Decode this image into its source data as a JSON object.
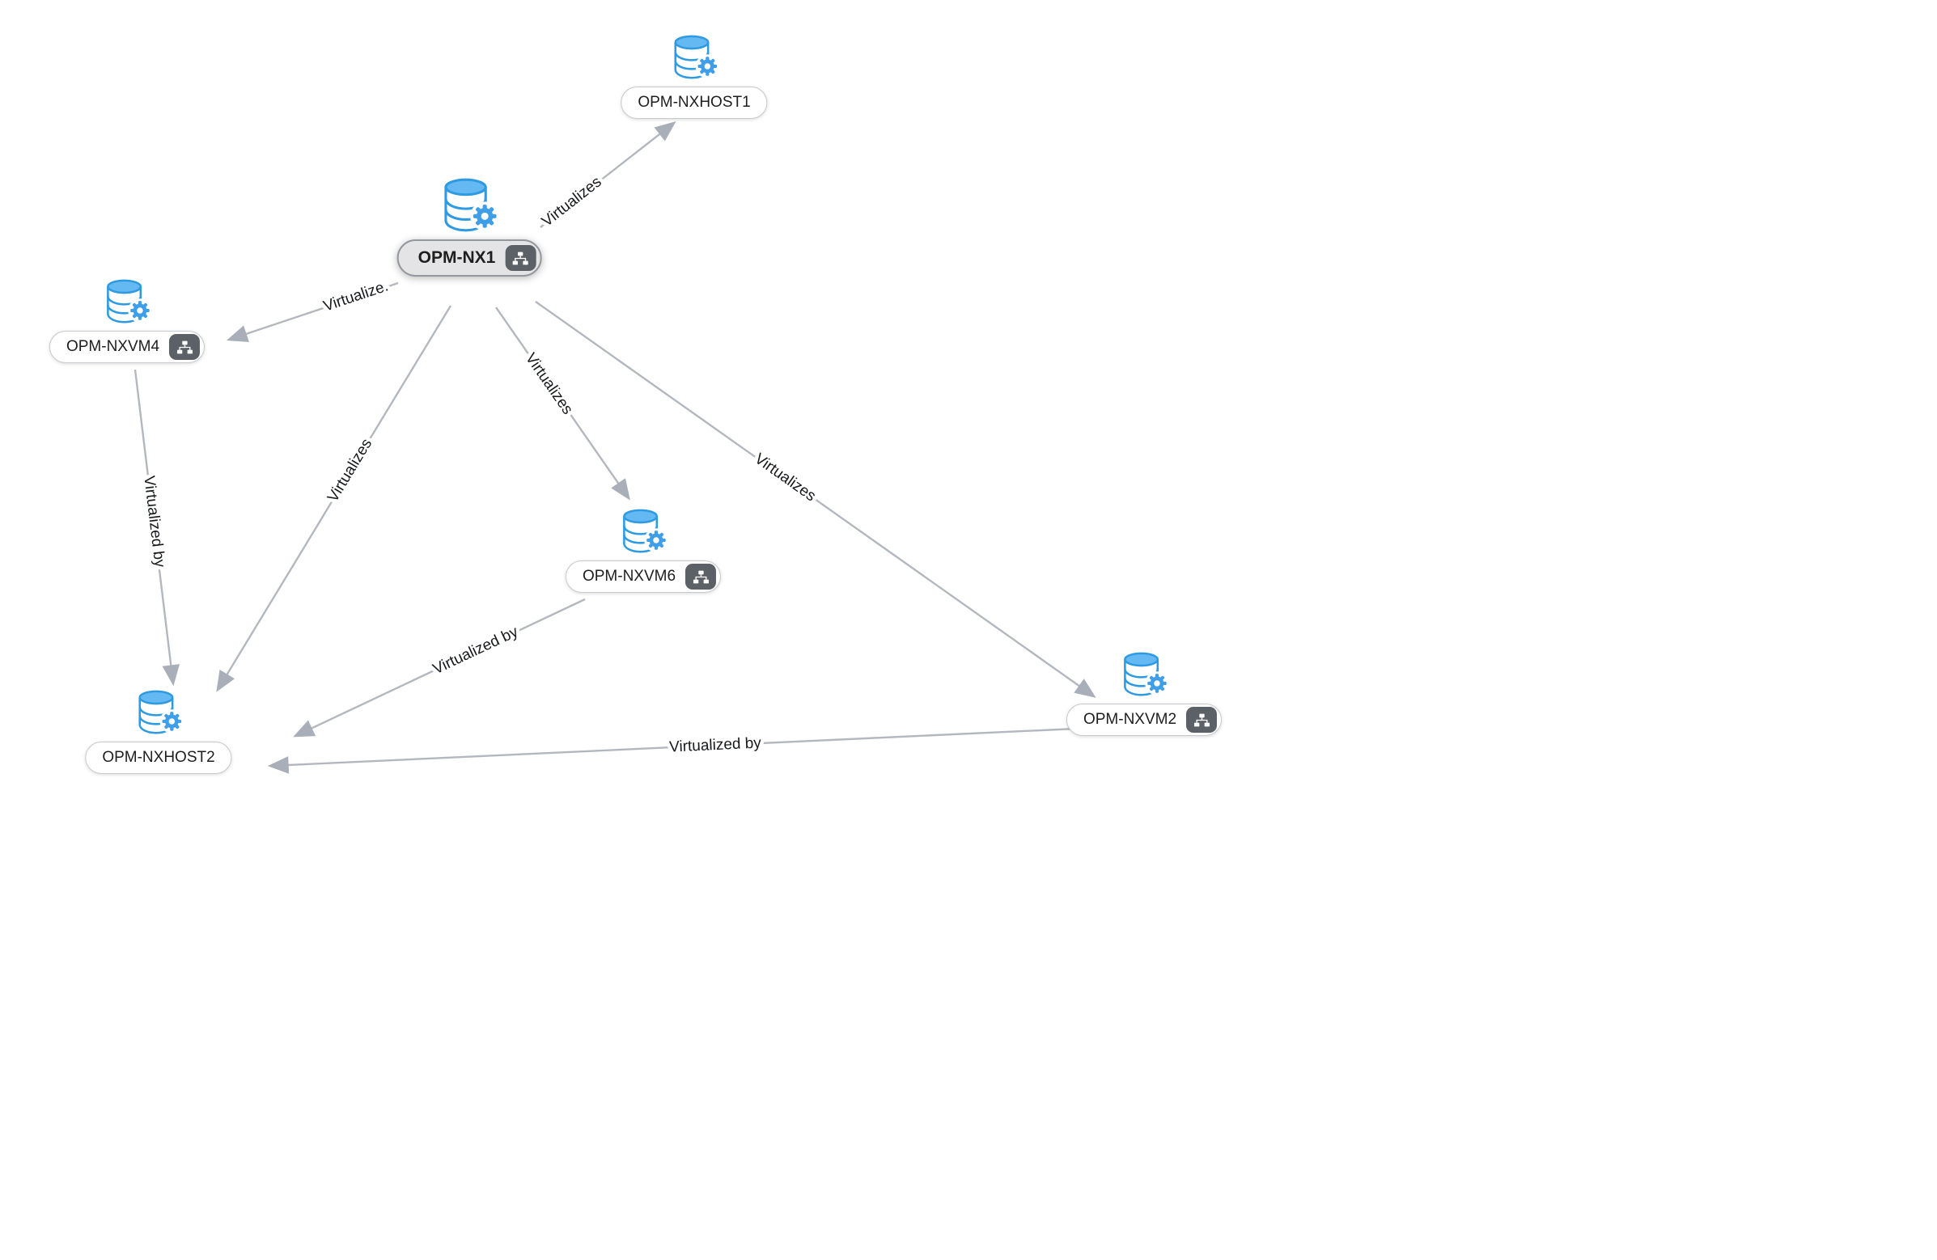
{
  "diagram": {
    "nodes": [
      {
        "label": "OPM-NXHOST1",
        "selected": false,
        "has_badge": false
      },
      {
        "label": "OPM-NX1",
        "selected": true,
        "has_badge": true
      },
      {
        "label": "OPM-NXVM4",
        "selected": false,
        "has_badge": true
      },
      {
        "label": "OPM-NXVM6",
        "selected": false,
        "has_badge": true
      },
      {
        "label": "OPM-NXHOST2",
        "selected": false,
        "has_badge": false
      },
      {
        "label": "OPM-NXVM2",
        "selected": false,
        "has_badge": true
      }
    ],
    "edges": [
      {
        "from": "OPM-NX1",
        "to": "OPM-NXHOST1",
        "label": "Virtualizes"
      },
      {
        "from": "OPM-NX1",
        "to": "OPM-NXVM4",
        "label": "Virtualize."
      },
      {
        "from": "OPM-NX1",
        "to": "OPM-NXHOST2",
        "label": "Virtualizes"
      },
      {
        "from": "OPM-NX1",
        "to": "OPM-NXVM6",
        "label": "Virtualizes"
      },
      {
        "from": "OPM-NX1",
        "to": "OPM-NXVM2",
        "label": "Virtualizes"
      },
      {
        "from": "OPM-NXVM4",
        "to": "OPM-NXHOST2",
        "label": "Virtualized by"
      },
      {
        "from": "OPM-NXVM6",
        "to": "OPM-NXHOST2",
        "label": "Virtualized by"
      },
      {
        "from": "OPM-NXVM2",
        "to": "OPM-NXHOST2",
        "label": "Virtualized by"
      }
    ],
    "colors": {
      "edge": "#b3b8bf",
      "arrowhead": "#a9afb8",
      "icon_blue": "#3f9ee8",
      "icon_blue_dark": "#2e9ae2",
      "icon_cylinder_top": "#64b9f2",
      "badge_bg": "#5c6167",
      "selected_pill_bg": "#e4e4e6",
      "pill_border": "#c7cacf"
    }
  }
}
